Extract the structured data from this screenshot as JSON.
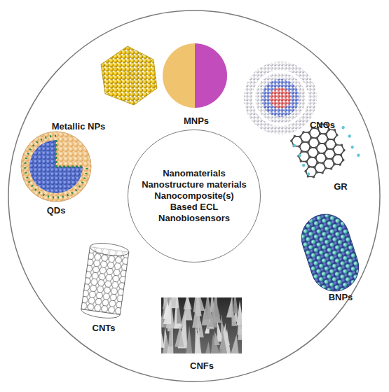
{
  "diagram": {
    "nodes": [
      {
        "text": [
          "Nanomaterials Nanostructure materials Nanocomposite(s) Based ECL Nanobiosensors"
        ]
      }
    ],
    "labels": [
      "MNPs",
      "Metallic NPs",
      "CNOs",
      "GR",
      "QDs",
      "BNPs",
      "CNTs",
      "CNFs"
    ]
  }
}
